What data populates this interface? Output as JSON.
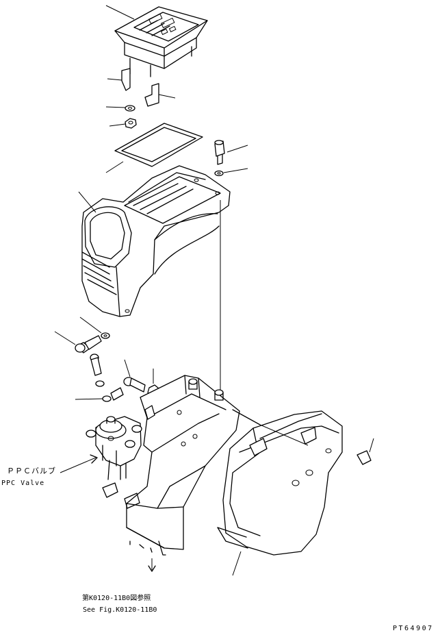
{
  "callouts": {
    "ppc_valve_jp": "ＰＰＣバルブ",
    "ppc_valve_en": "PPC Valve",
    "ref_jp": "第K0120-11B0図参照",
    "ref_en": "See Fig.K0120-11B0"
  },
  "drawing_number": "PT64907"
}
